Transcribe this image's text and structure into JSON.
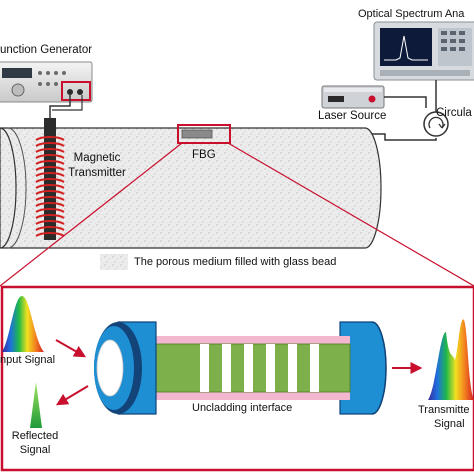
{
  "labels": {
    "function_generator": "unction Generator",
    "optical_spectrum": "Optical Spectrum Ana",
    "laser_source": "Laser Source",
    "circulator": "Circula",
    "magnetic_transmitter_1": "Magnetic",
    "magnetic_transmitter_2": "Transmitter",
    "fbg": "FBG",
    "porous_medium": "The porous medium filled with glass bead",
    "input_signal": "nput Signal",
    "reflected_1": "Reflected",
    "reflected_2": "Signal",
    "uncladding": "Uncladding interface",
    "transmitted_1": "Transmitte",
    "transmitted_2": "Signal"
  },
  "colors": {
    "border_red": "#c8102e",
    "coil_red": "#d21f1f",
    "tube_blue": "#1f8fd4",
    "tube_dark_blue": "#12447a",
    "core_green": "#7db04a",
    "cladding_pink": "#f2b6cf",
    "arrow_red": "#c8102e"
  }
}
